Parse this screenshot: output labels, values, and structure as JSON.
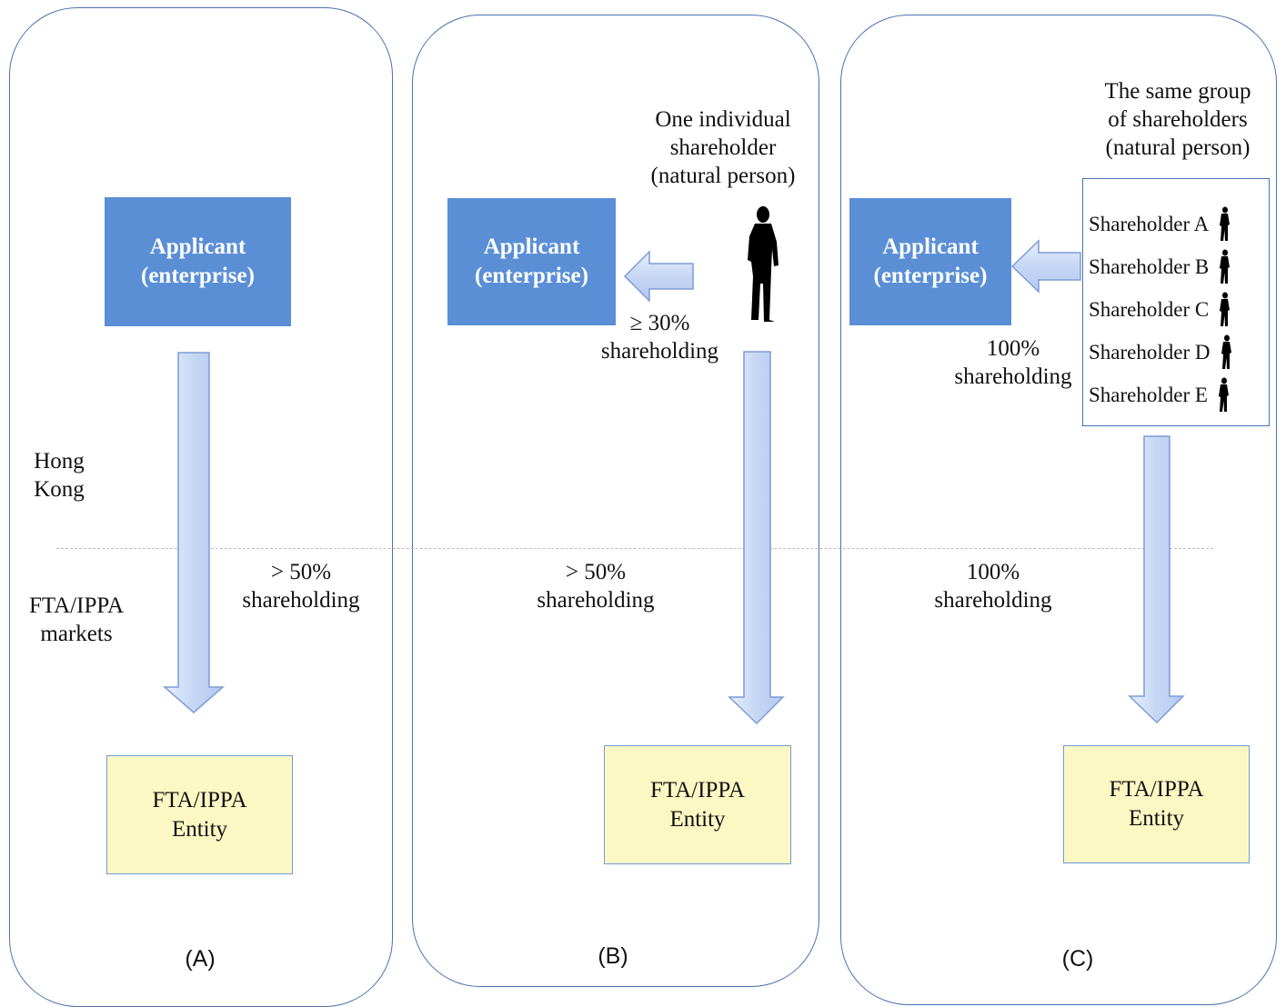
{
  "regions": {
    "upper": "Hong Kong",
    "lower": "FTA/IPPA markets"
  },
  "panels": [
    {
      "letter": "(A)",
      "applicant": {
        "line1": "Applicant",
        "line2": "(enterprise)"
      },
      "entity": {
        "line1": "FTA/IPPA",
        "line2": "Entity"
      },
      "down_label": {
        "line1": "> 50%",
        "line2": "shareholding"
      }
    },
    {
      "letter": "(B)",
      "applicant": {
        "line1": "Applicant",
        "line2": "(enterprise)"
      },
      "entity": {
        "line1": "FTA/IPPA",
        "line2": "Entity"
      },
      "owner_caption": {
        "line1": "One individual",
        "line2": "shareholder",
        "line3": "(natural person)"
      },
      "side_label": {
        "line1": "≥ 30%",
        "line2": "shareholding"
      },
      "down_label": {
        "line1": "> 50%",
        "line2": "shareholding"
      }
    },
    {
      "letter": "(C)",
      "applicant": {
        "line1": "Applicant",
        "line2": "(enterprise)"
      },
      "entity": {
        "line1": "FTA/IPPA",
        "line2": "Entity"
      },
      "owner_caption": {
        "line1": "The same group",
        "line2": "of shareholders",
        "line3": "(natural person)"
      },
      "shareholders": [
        "Shareholder A",
        "Shareholder B",
        "Shareholder C",
        "Shareholder D",
        "Shareholder E"
      ],
      "side_label": {
        "line1": "100%",
        "line2": "shareholding"
      },
      "down_label": {
        "line1": "100%",
        "line2": "shareholding"
      }
    }
  ],
  "colors": {
    "panel_border": "#4a72b0",
    "applicant_fill": "#5a8fd6",
    "entity_fill": "#fbf8c4",
    "arrow_fill": "#c9d9f5",
    "arrow_stroke": "#6f8fcf"
  }
}
